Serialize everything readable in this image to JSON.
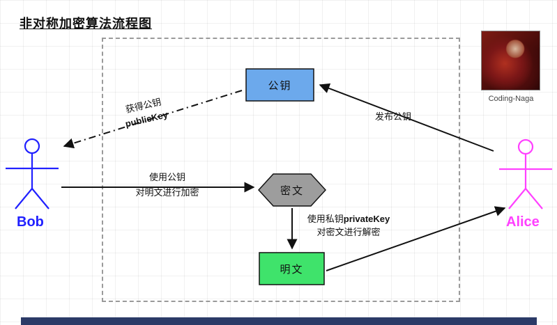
{
  "title": "非对称加密算法流程图",
  "avatar": {
    "caption": "Coding-Naga"
  },
  "actors": {
    "bob": {
      "label": "Bob",
      "color": "#2020ff"
    },
    "alice": {
      "label": "Alice",
      "color": "#ff40ff"
    }
  },
  "nodes": {
    "public_key": {
      "label": "公钥",
      "fill": "#6ca9ec"
    },
    "cipher_text": {
      "label": "密文",
      "fill": "#9d9d9d"
    },
    "plain_text": {
      "label": "明文",
      "fill": "#3fe36b"
    }
  },
  "edges": {
    "publish_public_key": {
      "label": "发布公钥"
    },
    "obtain_public_key": {
      "line1": "获得公钥",
      "line2": "publicKey"
    },
    "encrypt": {
      "line1": "使用公钥",
      "line2": "对明文进行加密"
    },
    "decrypt": {
      "prefix": "使用私钥",
      "key": "privateKey",
      "line2": "对密文进行解密"
    }
  }
}
